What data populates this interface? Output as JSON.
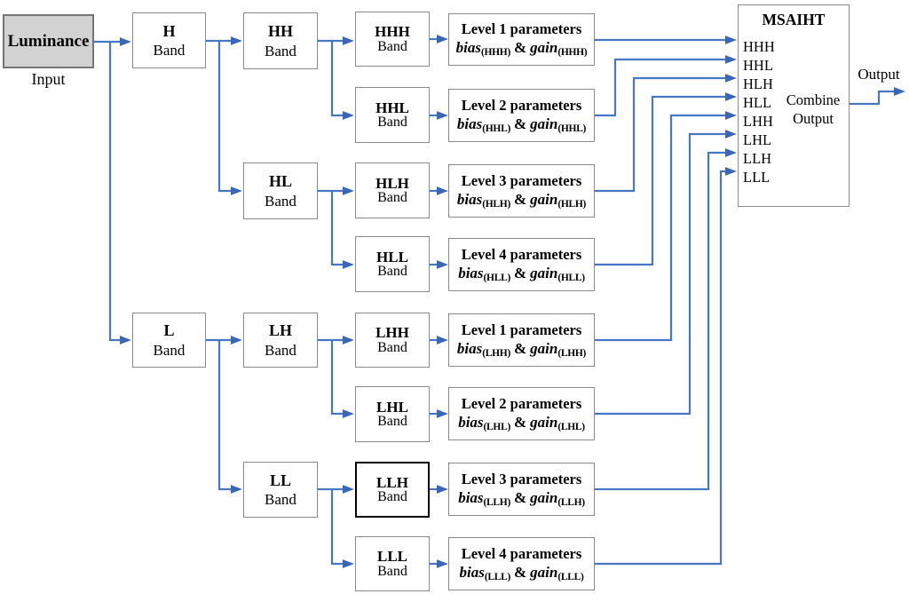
{
  "colors": {
    "arrow_blue": "#4777C4",
    "box_border_gray": "#8A8A8A",
    "luminance_fill": "#D2D2D2",
    "highlight_border_black": "#000000"
  },
  "source": {
    "label": "Luminance",
    "caption": "Input"
  },
  "bands": {
    "h": {
      "name": "H",
      "type": "Band"
    },
    "l": {
      "name": "L",
      "type": "Band"
    },
    "hh": {
      "name": "HH",
      "type": "Band"
    },
    "hl": {
      "name": "HL",
      "type": "Band"
    },
    "lh": {
      "name": "LH",
      "type": "Band"
    },
    "ll": {
      "name": "LL",
      "type": "Band"
    },
    "hhh": {
      "name": "HHH",
      "type": "Band"
    },
    "hhl": {
      "name": "HHL",
      "type": "Band"
    },
    "hlh": {
      "name": "HLH",
      "type": "Band"
    },
    "hll": {
      "name": "HLL",
      "type": "Band"
    },
    "lhh": {
      "name": "LHH",
      "type": "Band"
    },
    "lhl": {
      "name": "LHL",
      "type": "Band"
    },
    "llh": {
      "name": "LLH",
      "type": "Band"
    },
    "lll": {
      "name": "LLL",
      "type": "Band"
    }
  },
  "params": {
    "p1": {
      "title": "Level 1 parameters",
      "bias": "bias",
      "bias_sub": "(HHH)",
      "amp": "&",
      "gain": "gain",
      "gain_sub": "(HHH)"
    },
    "p2": {
      "title": "Level 2 parameters",
      "bias": "bias",
      "bias_sub": "(HHL)",
      "amp": "&",
      "gain": "gain",
      "gain_sub": "(HHL)"
    },
    "p3": {
      "title": "Level 3 parameters",
      "bias": "bias",
      "bias_sub": "(HLH)",
      "amp": "&",
      "gain": "gain",
      "gain_sub": "(HLH)"
    },
    "p4": {
      "title": "Level 4 parameters",
      "bias": "bias",
      "bias_sub": "(HLL)",
      "amp": "&",
      "gain": "gain",
      "gain_sub": "(HLL)"
    },
    "p5": {
      "title": "Level 1 parameters",
      "bias": "bias",
      "bias_sub": "(LHH)",
      "amp": "&",
      "gain": "gain",
      "gain_sub": "(LHH)"
    },
    "p6": {
      "title": "Level 2 parameters",
      "bias": "bias",
      "bias_sub": "(LHL)",
      "amp": "&",
      "gain": "gain",
      "gain_sub": "(LHL)"
    },
    "p7": {
      "title": "Level 3 parameters",
      "bias": "bias",
      "bias_sub": "(LLH)",
      "amp": "&",
      "gain": "gain",
      "gain_sub": "(LLH)"
    },
    "p8": {
      "title": "Level 4 parameters",
      "bias": "bias",
      "bias_sub": "(LLL)",
      "amp": "&",
      "gain": "gain",
      "gain_sub": "(LLL)"
    }
  },
  "msaiht": {
    "title": "MSAIHT",
    "inputs": [
      "HHH",
      "HHL",
      "HLH",
      "HLL",
      "LHH",
      "LHL",
      "LLH",
      "LLL"
    ],
    "combine_line1": "Combine",
    "combine_line2": "Output"
  },
  "output_label": "Output"
}
